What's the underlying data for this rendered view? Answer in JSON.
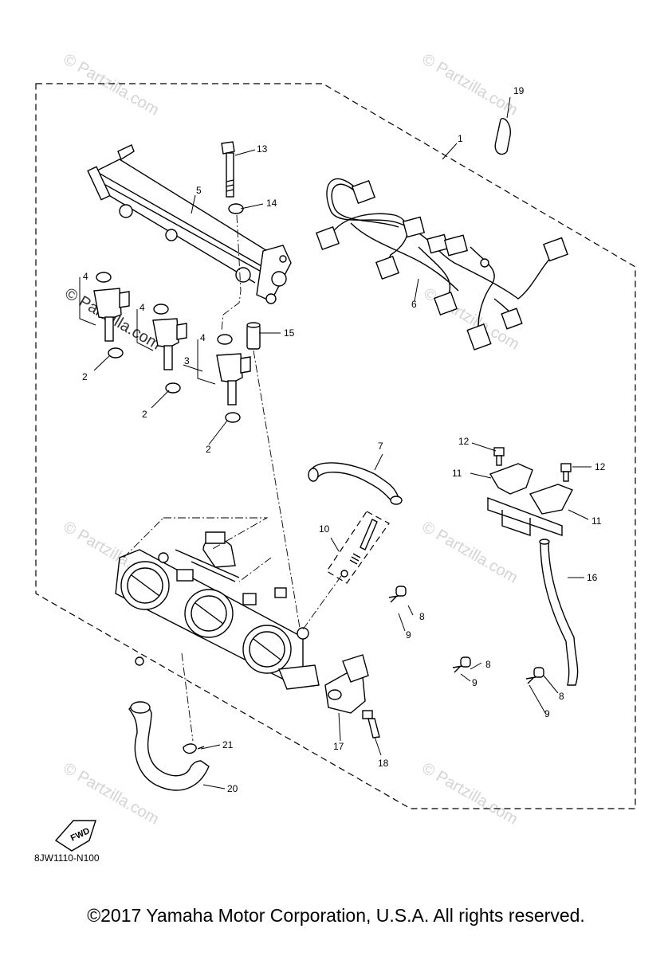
{
  "watermark": {
    "text": "© Partzilla.com"
  },
  "parts": {
    "p1": "1",
    "p2": "2",
    "p3": "3",
    "p4": "4",
    "p5": "5",
    "p6": "6",
    "p7": "7",
    "p8": "8",
    "p9": "9",
    "p10": "10",
    "p11": "11",
    "p12": "12",
    "p13": "13",
    "p14": "14",
    "p15": "15",
    "p16": "16",
    "p17": "17",
    "p18": "18",
    "p19": "19",
    "p20": "20",
    "p21": "21"
  },
  "fwd_label": "FWD",
  "diagram_code": "8JW1110-N100",
  "copyright": "©2017 Yamaha Motor Corporation, U.S.A. All rights reserved."
}
